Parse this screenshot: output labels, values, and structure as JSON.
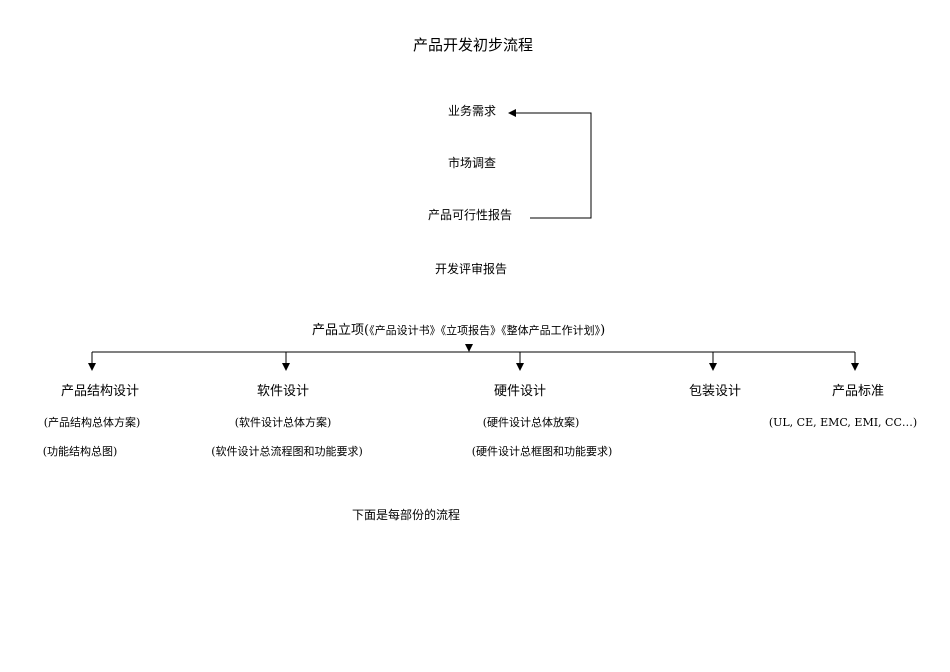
{
  "title": "产品开发初步流程",
  "steps": {
    "business_demand": "业务需求",
    "market_research": "市场调查",
    "feasibility_report": "产品可行性报告",
    "dev_review_report": "开发评审报告"
  },
  "project": {
    "label": "产品立项(",
    "docs": "《产品设计书》《立项报告》《整体产品工作计划》",
    "close": ")"
  },
  "branches": [
    {
      "name": "产品结构设计",
      "sub1": "(产品结构总体方案)",
      "sub2": "(功能结构总图)"
    },
    {
      "name": "软件设计",
      "sub1": "(软件设计总体方案)",
      "sub2": "(软件设计总流程图和功能要求)"
    },
    {
      "name": "硬件设计",
      "sub1": "(硬件设计总体放案)",
      "sub2": "(硬件设计总框图和功能要求)"
    },
    {
      "name": "包装设计"
    },
    {
      "name": "产品标准",
      "sub1": "(UL, CE, EMC, EMI, CC…)"
    }
  ],
  "footer": "下面是每部份的流程"
}
